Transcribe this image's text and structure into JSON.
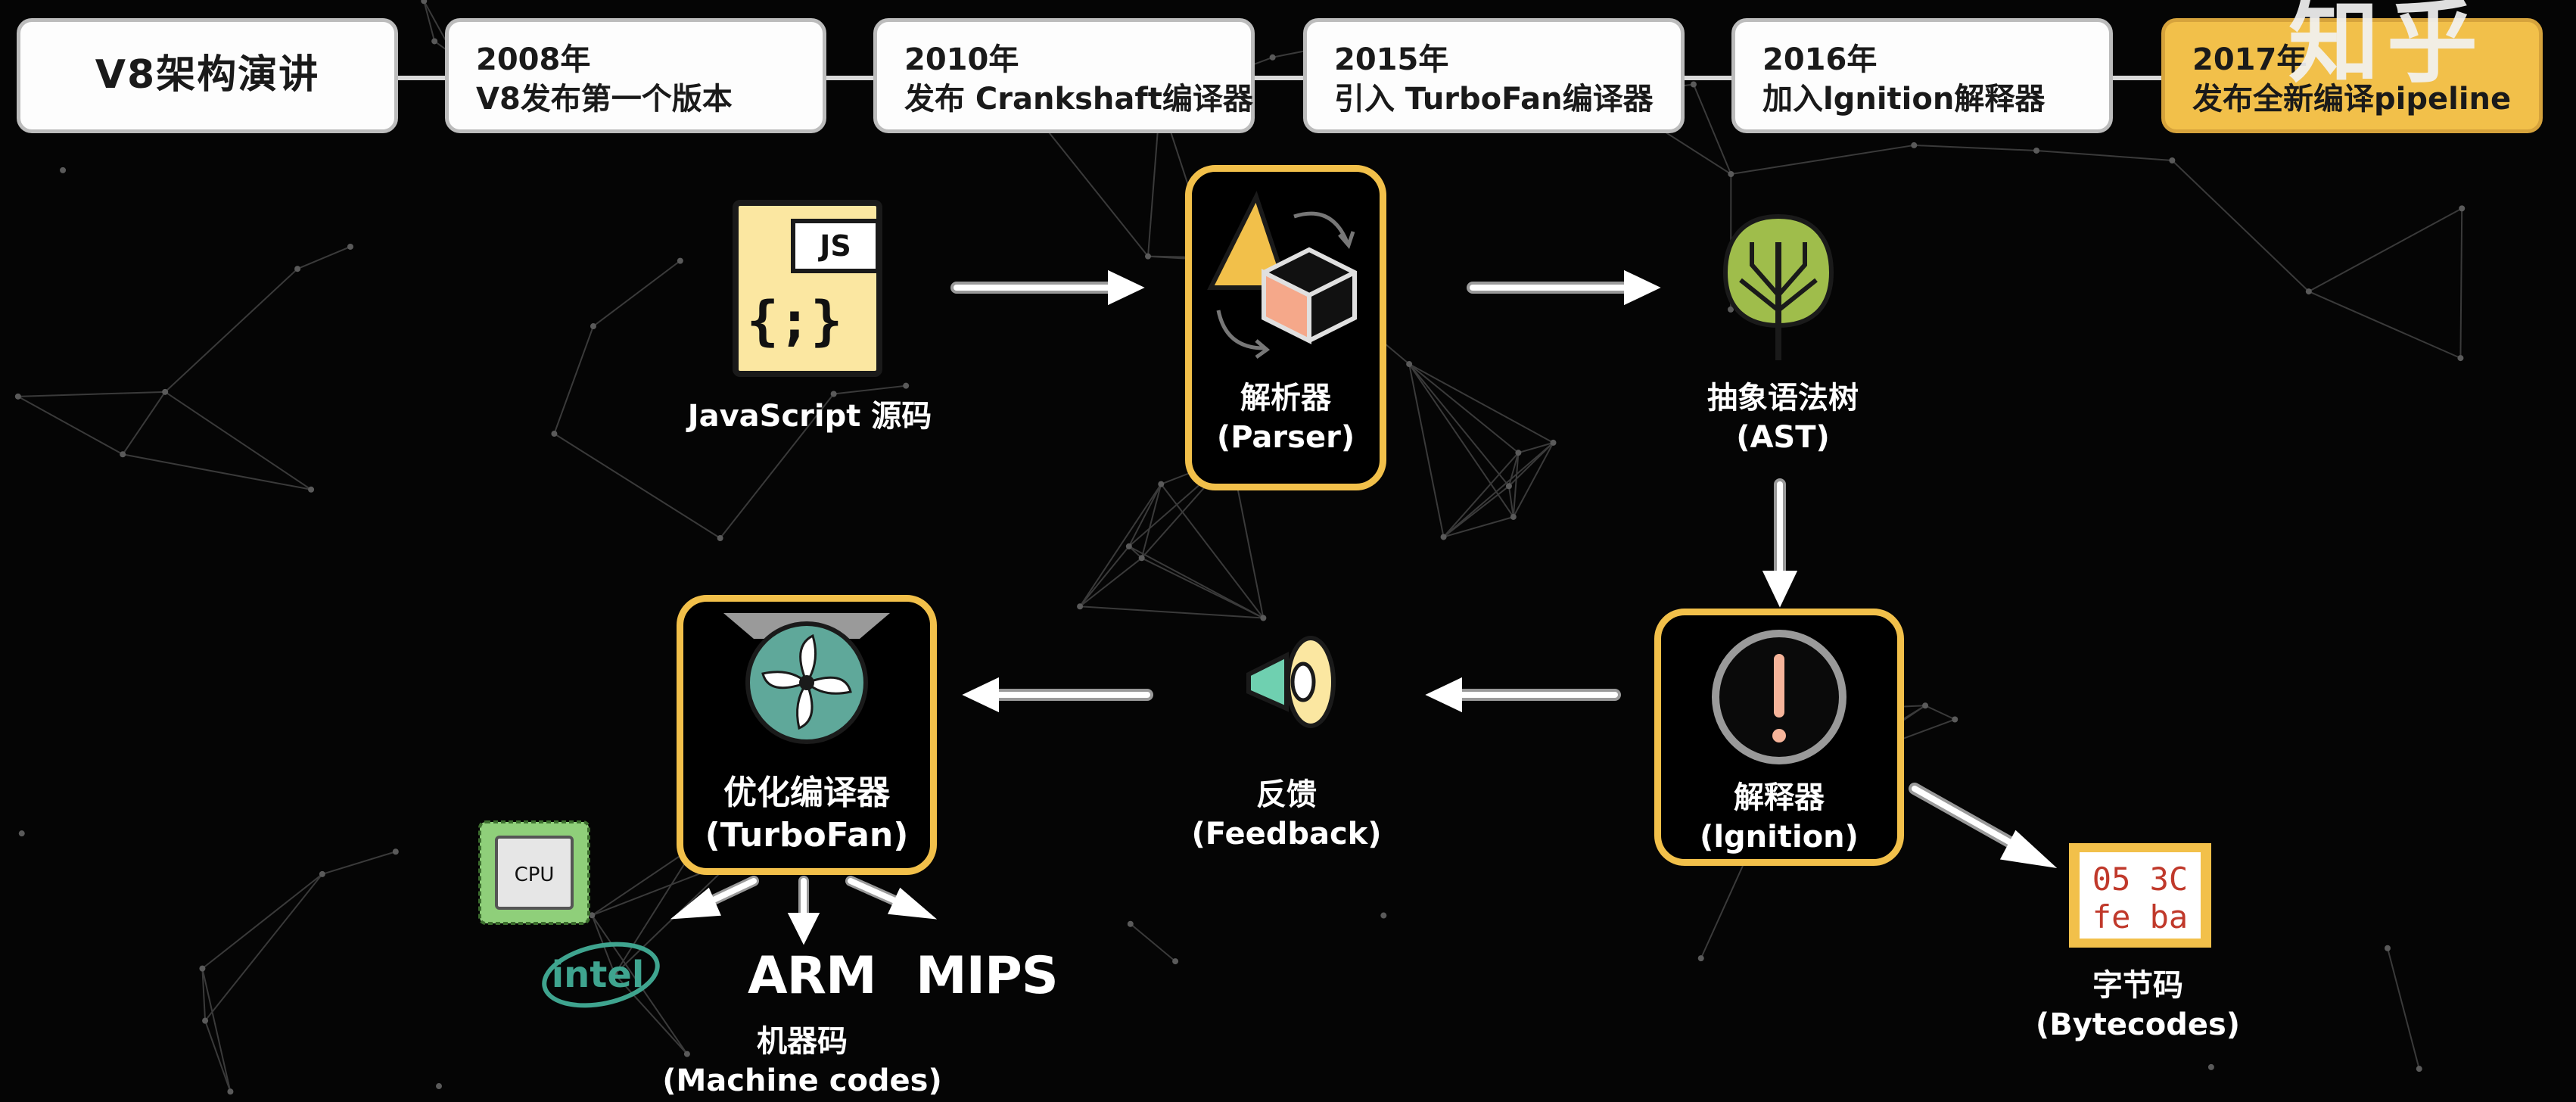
{
  "timeline": {
    "title": "V8架构演讲",
    "events": [
      {
        "year": "2008年",
        "text": "V8发布第一个版本"
      },
      {
        "year": "2010年",
        "text": "发布 Crankshaft编译器"
      },
      {
        "year": "2015年",
        "text": "引入 TurboFan编译器"
      },
      {
        "year": "2016年",
        "text": "加入lgnition解释器"
      },
      {
        "year": "2017年",
        "text": "发布全新编译pipeline"
      }
    ]
  },
  "watermark": "知乎",
  "nodes": {
    "source": {
      "badge": "JS",
      "glyph": "{;}",
      "label": "JavaScript 源码"
    },
    "parser": {
      "name": "解析器",
      "en": "(Parser)"
    },
    "ast": {
      "name": "抽象语法树",
      "en": "(AST)"
    },
    "ignition": {
      "name": "解释器",
      "en": "(lgnition)"
    },
    "feedback": {
      "name": "反馈",
      "en": "(Feedback)"
    },
    "turbofan": {
      "name": "优化编译器",
      "en": "(TurboFan)"
    },
    "bytecodes": {
      "line1": "05 3C",
      "line2": "fe ba",
      "name": "字节码",
      "en": "(Bytecodes)"
    },
    "machine": {
      "cpu": "CPU",
      "intel": "intel",
      "arm": "ARM",
      "mips": "MIPS",
      "name": "机器码",
      "en": "(Machine codes)"
    }
  },
  "colors": {
    "accent": "#f2c04a",
    "background": "#050505",
    "doc": "#fbe7a1",
    "tree": "#9fbd4b",
    "fan": "#5fa89a",
    "cpu": "#8fcf7a",
    "intel": "#3fa48f",
    "alert": "#f6b49a"
  }
}
